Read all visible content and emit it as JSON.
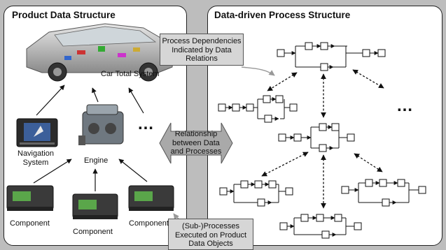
{
  "left_panel": {
    "title": "Product Data Structure",
    "car_label": "Car Total System",
    "navigation_label": [
      "Navigation",
      "System"
    ],
    "engine_label": "Engine",
    "component_labels": [
      "Component",
      "Component",
      "Component"
    ],
    "ellipsis": "…"
  },
  "right_panel": {
    "title": "Data-driven Process Structure",
    "ellipsis": "…"
  },
  "callouts": {
    "dependencies": [
      "Process Dependencies",
      "Indicated by Data",
      "Relations"
    ],
    "subprocesses": [
      "(Sub-)Processes",
      "Executed on Product",
      "Data Objects"
    ]
  },
  "middle_arrow": {
    "lines": [
      "Relationship",
      "between Data",
      "and Processes"
    ]
  }
}
